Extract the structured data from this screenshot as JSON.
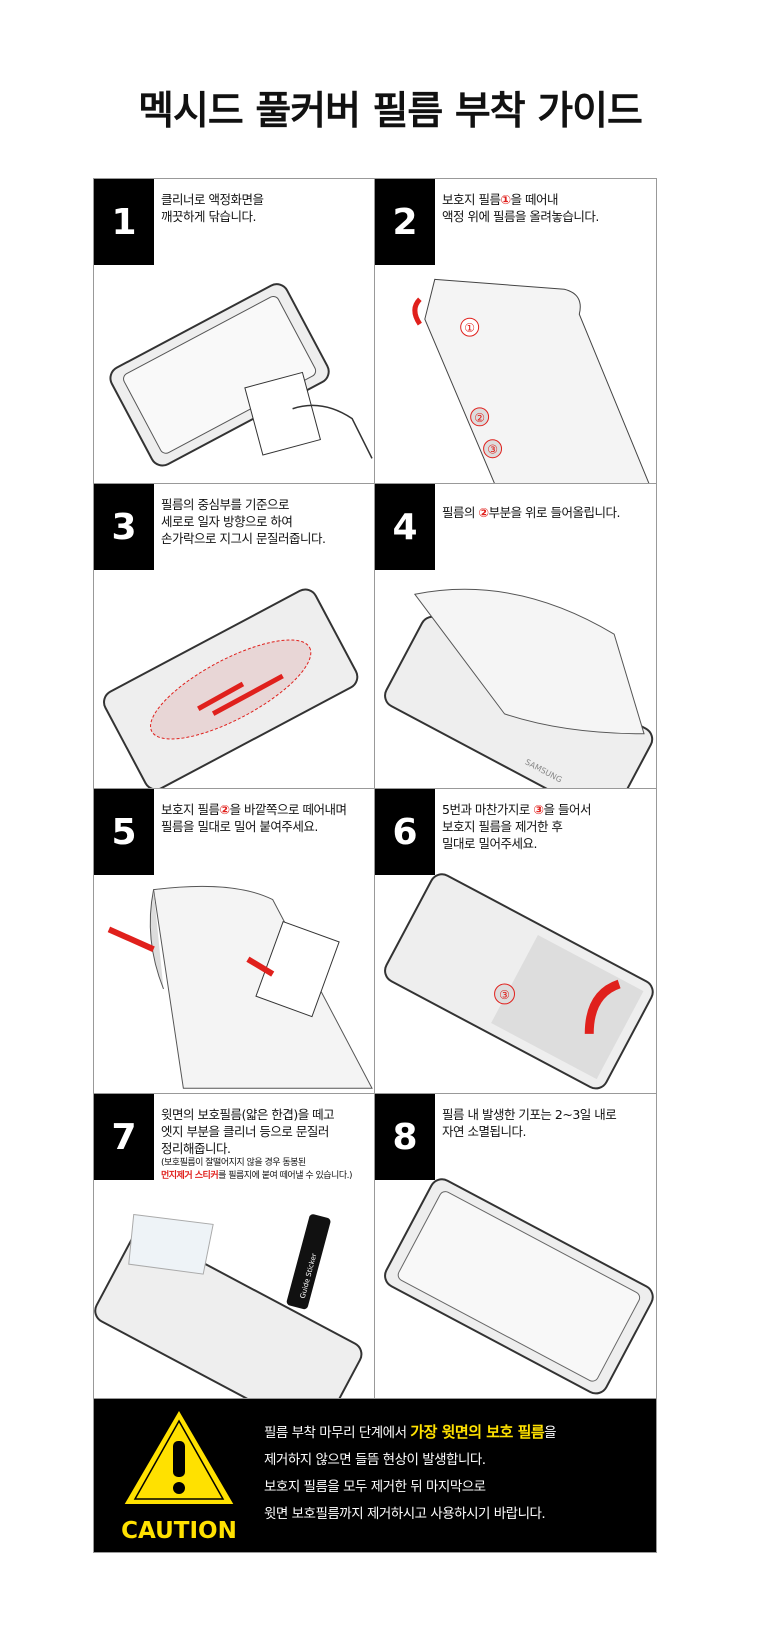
{
  "title": "멕시드 풀커버 필름 부착 가이드",
  "steps": [
    {
      "num": "1",
      "lines": [
        "클리너로 액정화면을",
        "깨끗하게 닦습니다."
      ]
    },
    {
      "num": "2",
      "l1a": "보호지 필름",
      "l1b": "①",
      "l1c": "을 떼어내",
      "l2": "액정 위에 필름을 올려놓습니다."
    },
    {
      "num": "3",
      "lines": [
        "필름의 중심부를 기준으로",
        "세로로 일자 방향으로 하여",
        "손가락으로 지그시 문질러줍니다."
      ]
    },
    {
      "num": "4",
      "a": "필름의 ",
      "b": "②",
      "c": "부분을 위로 들어올립니다."
    },
    {
      "num": "5",
      "l1a": "보호지 필름",
      "l1b": "②",
      "l1c": "을 바깥쪽으로 떼어내며",
      "l2": "필름을 밀대로 밀어 붙여주세요."
    },
    {
      "num": "6",
      "l1a": "5번과 마찬가지로 ",
      "l1b": "③",
      "l1c": "을 들어서",
      "l2": "보호지 필름을 제거한 후",
      "l3": "밀대로 밀어주세요."
    },
    {
      "num": "7",
      "lines": [
        "윗면의 보호필름(얇은 한겹)을 떼고",
        "엣지 부분을 클리너 등으로 문질러",
        "정리해줍니다."
      ],
      "note1": "(보호필름이 잘떨어지지 않을 경우 동봉된",
      "note2a": "먼지제거 스티커",
      "note2b": "를 필름지에 붙여 떼어낼 수 있습니다.)"
    },
    {
      "num": "8",
      "lines": [
        "필름 내 발생한 기포는 2~3일 내로",
        "자연 소멸됩니다."
      ]
    }
  ],
  "labels": {
    "c1": "①",
    "c2": "②",
    "c3": "③",
    "brand": "SAMSUNG",
    "sticker": "Guide Sticker"
  },
  "caution": {
    "label": "CAUTION",
    "l1a": "필름 부착 마무리 단계에서 ",
    "l1b": "가장 윗면의 보호 필름",
    "l1c": "을",
    "l2": "제거하지 않으면 들뜸 현상이 발생합니다.",
    "l3": "보호지 필름을 모두 제거한 뒤 마지막으로",
    "l4": "윗면 보호필름까지 제거하시고 사용하시기 바랍니다."
  },
  "colors": {
    "accent": "#e0201c",
    "caution": "#ffe100"
  }
}
